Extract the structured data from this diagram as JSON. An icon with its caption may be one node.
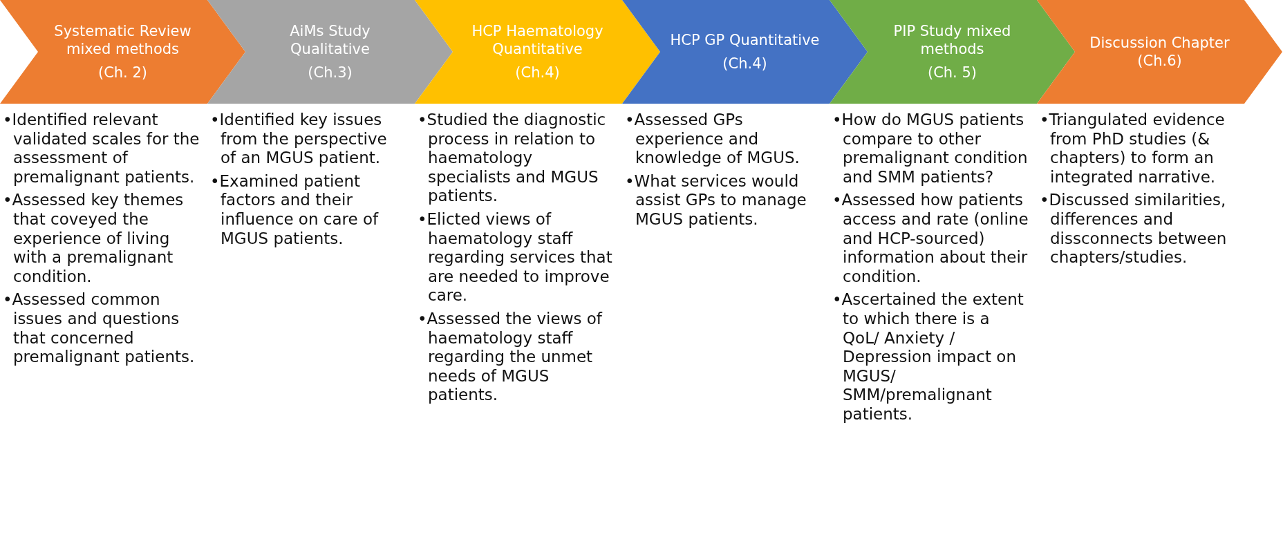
{
  "diagram": {
    "nodes": [
      {
        "text": [
          "Systematic Review mixed methods",
          "(Ch. 2)"
        ],
        "beside": [
          "•Identified relevant validated scales for the assessment of premalignant patients.",
          "•Assessed key themes that coveyed the experience of living with a premalignant condition.",
          "•Assessed common issues and questions that concerned premalignant patients."
        ]
      },
      {
        "text": [
          "AiMs Study Qualitative",
          "(Ch.3)"
        ],
        "beside": [
          "•Identified key issues from the perspective of an MGUS patient.",
          "•Examined patient factors and their influence on care of MGUS patients."
        ]
      },
      {
        "text": [
          "HCP Haematology Quantitative",
          "(Ch.4)"
        ],
        "beside": [
          "•Studied the diagnostic process in relation to haematology specialists and MGUS patients.",
          "•Elicted views of haematology staff regarding services that are needed to improve care.",
          "•Assessed the views of haematology staff regarding the unmet needs of MGUS patients."
        ]
      },
      {
        "text": [
          "HCP GP Quantitative",
          "(Ch.4)"
        ],
        "beside": [
          "•Assessed GPs experience and knowledge of MGUS.",
          "•What services would assist GPs to manage MGUS patients."
        ]
      },
      {
        "text": [
          "PIP Study mixed methods",
          "(Ch. 5)"
        ],
        "beside": [
          "•How do MGUS patients compare to other premalignant condition and SMM patients?",
          "•Assessed how patients access and rate (online and HCP-sourced) information about their condition.",
          "•Ascertained the extent to which there is a QoL/ Anxiety / Depression impact on MGUS/ SMM/premalignant patients."
        ]
      },
      {
        "text": [
          "Discussion Chapter (Ch.6)"
        ],
        "beside": [
          "•Triangulated evidence from PhD studies (& chapters) to form an integrated narrative.",
          "•Discussed similarities, differences and dissconnects between chapters/studies."
        ]
      }
    ]
  }
}
